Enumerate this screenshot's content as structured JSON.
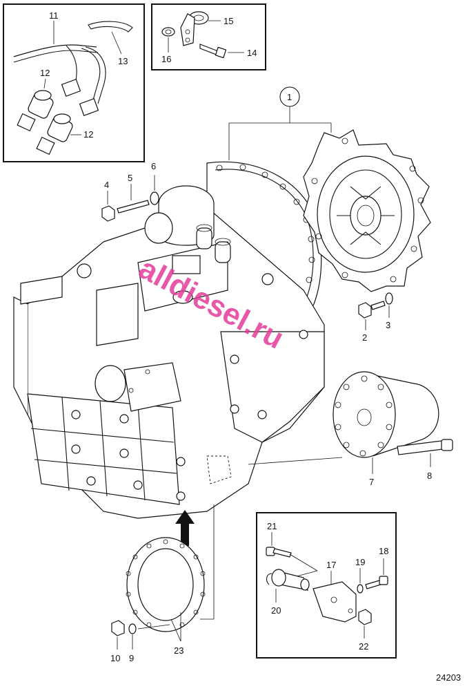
{
  "labels": {
    "l1": "1",
    "l2": "2",
    "l3": "3",
    "l4": "4",
    "l5": "5",
    "l6": "6",
    "l7": "7",
    "l8": "8",
    "l9": "9",
    "l10": "10",
    "l11": "11",
    "l12a": "12",
    "l12b": "12",
    "l13": "13",
    "l14": "14",
    "l15": "15",
    "l16": "16",
    "l17": "17",
    "l18": "18",
    "l19": "19",
    "l20": "20",
    "l21": "21",
    "l22": "22",
    "l23": "23"
  },
  "figure_number": "24203",
  "watermark": "alldiesel.ru"
}
